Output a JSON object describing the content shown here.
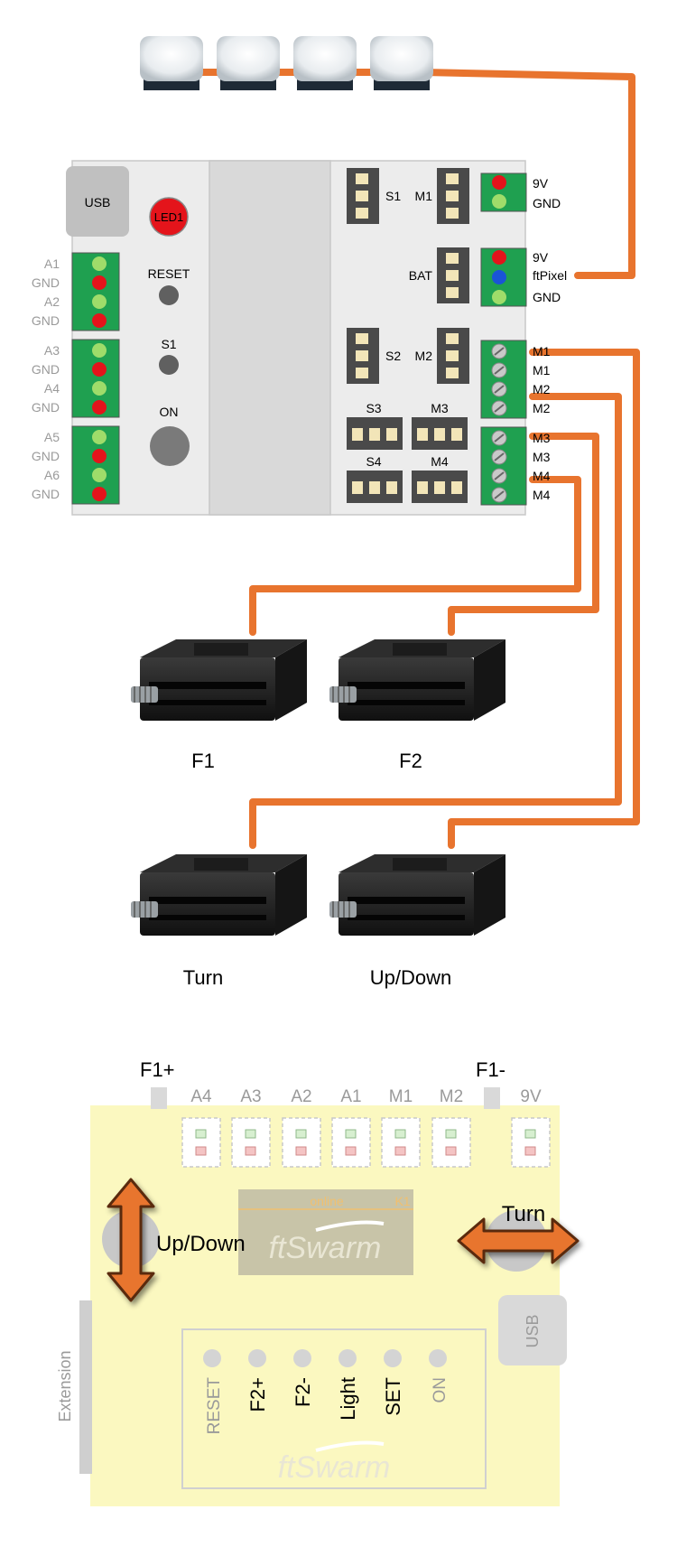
{
  "wiring": {
    "controller": {
      "usb_label": "USB",
      "led_label": "LED1",
      "reset_label": "RESET",
      "s1_label": "S1",
      "on_label": "ON",
      "left_pins": [
        "A1",
        "GND",
        "A2",
        "GND",
        "A3",
        "GND",
        "A4",
        "GND",
        "A5",
        "GND",
        "A6",
        "GND"
      ],
      "sensor_blocks": [
        "S1",
        "S2",
        "S3",
        "S4"
      ],
      "motor_blocks": [
        "M1",
        "M2",
        "M3",
        "M4"
      ],
      "bat_label": "BAT",
      "power_pins": [
        "9V",
        "GND"
      ],
      "pixel_pins": [
        "9V",
        "ftPixel",
        "GND"
      ],
      "motor_pins": [
        "M1",
        "M1",
        "M2",
        "M2",
        "M3",
        "M3",
        "M4",
        "M4"
      ]
    },
    "motors": [
      {
        "label": "F1"
      },
      {
        "label": "F2"
      },
      {
        "label": "Turn"
      },
      {
        "label": "Up/Down"
      }
    ]
  },
  "panel": {
    "side_labels": {
      "f1_plus": "F1+",
      "f1_minus": "F1-"
    },
    "ports": [
      "A4",
      "A3",
      "A2",
      "A1",
      "M1",
      "M2",
      "9V"
    ],
    "logo_text": "ftSwarm",
    "status_online": "online",
    "status_id": "K1",
    "joystick_left_label": "Up/Down",
    "joystick_right_label": "Turn",
    "usb_label": "USB",
    "extension_label": "Extension",
    "buttons": [
      {
        "label": "RESET",
        "active": false
      },
      {
        "label": "F2+",
        "active": true
      },
      {
        "label": "F2-",
        "active": true
      },
      {
        "label": "Light",
        "active": true
      },
      {
        "label": "SET",
        "active": true
      },
      {
        "label": "ON",
        "active": false
      }
    ],
    "colors": {
      "panel_bg": "#fbf8c0",
      "arrow": "#e8742e",
      "wire": "#e8742e"
    }
  }
}
